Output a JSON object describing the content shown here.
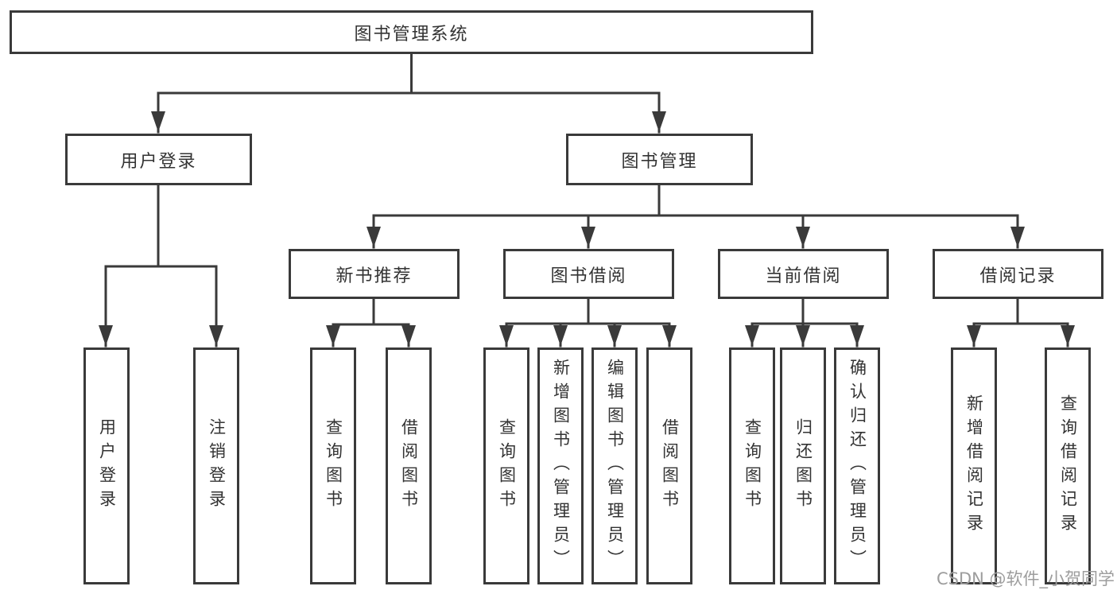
{
  "tree": {
    "root": "图书管理系统",
    "children": [
      {
        "label": "用户登录",
        "children": [
          {
            "label": "用户登录"
          },
          {
            "label": "注销登录"
          }
        ]
      },
      {
        "label": "图书管理",
        "children": [
          {
            "label": "新书推荐",
            "children": [
              {
                "label": "查询图书"
              },
              {
                "label": "借阅图书"
              }
            ]
          },
          {
            "label": "图书借阅",
            "children": [
              {
                "label": "查询图书"
              },
              {
                "label": "新增图书（管理员）"
              },
              {
                "label": "编辑图书（管理员）"
              },
              {
                "label": "借阅图书"
              }
            ]
          },
          {
            "label": "当前借阅",
            "children": [
              {
                "label": "查询图书"
              },
              {
                "label": "归还图书"
              },
              {
                "label": "确认归还（管理员）"
              }
            ]
          },
          {
            "label": "借阅记录",
            "children": [
              {
                "label": "新增借阅记录"
              },
              {
                "label": "查询借阅记录"
              }
            ]
          }
        ]
      }
    ]
  },
  "watermark": {
    "text": "CSDN @软件_小贺同学"
  },
  "colors": {
    "line": "#3a3a3a",
    "text": "#333333",
    "background": "#ffffff",
    "watermark": "#9d9d9d"
  }
}
